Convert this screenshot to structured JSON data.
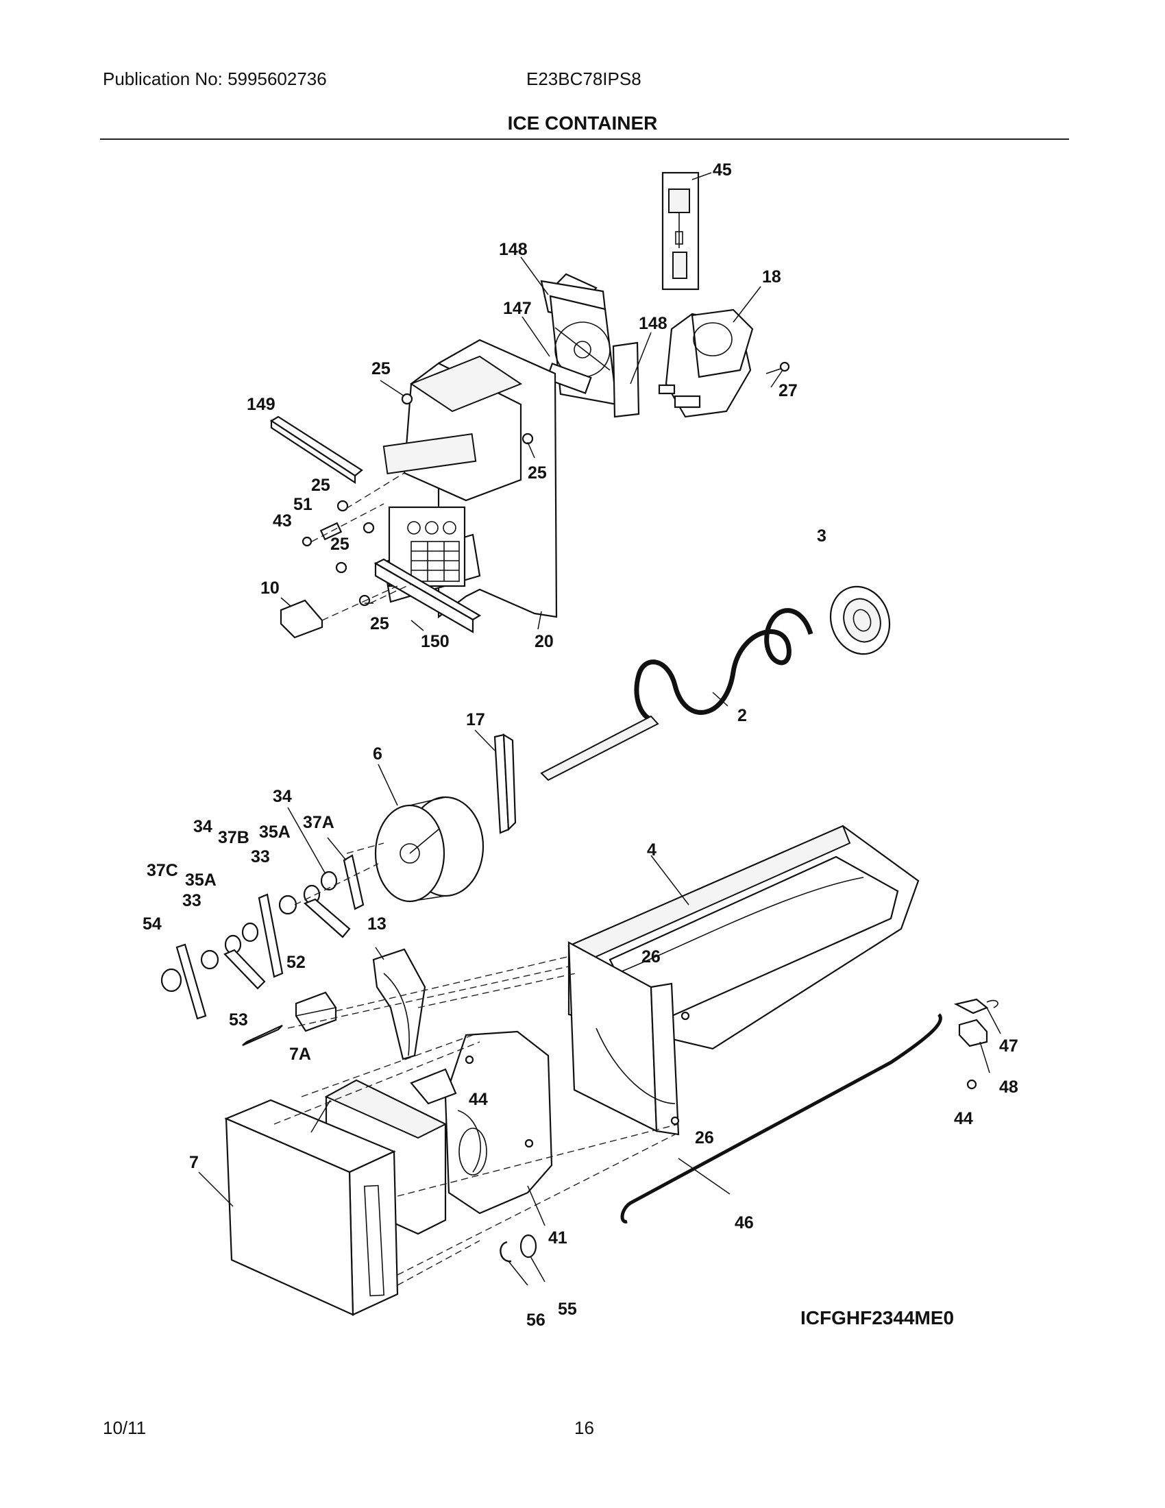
{
  "header": {
    "publication": "Publication No: 5995602736",
    "model": "E23BC78IPS8",
    "title": "ICE CONTAINER"
  },
  "diagram": {
    "code": "ICFGHF2344ME0",
    "callouts": [
      "45",
      "148",
      "18",
      "147",
      "148",
      "25",
      "27",
      "149",
      "25",
      "25",
      "51",
      "43",
      "25",
      "3",
      "10",
      "25",
      "150",
      "20",
      "17",
      "2",
      "6",
      "34",
      "34",
      "37B",
      "35A",
      "37A",
      "33",
      "37C",
      "35A",
      "33",
      "4",
      "13",
      "54",
      "26",
      "52",
      "53",
      "7A",
      "44",
      "47",
      "48",
      "44",
      "26",
      "7",
      "41",
      "46",
      "55",
      "56"
    ]
  },
  "footer": {
    "date": "10/11",
    "page": "16"
  }
}
